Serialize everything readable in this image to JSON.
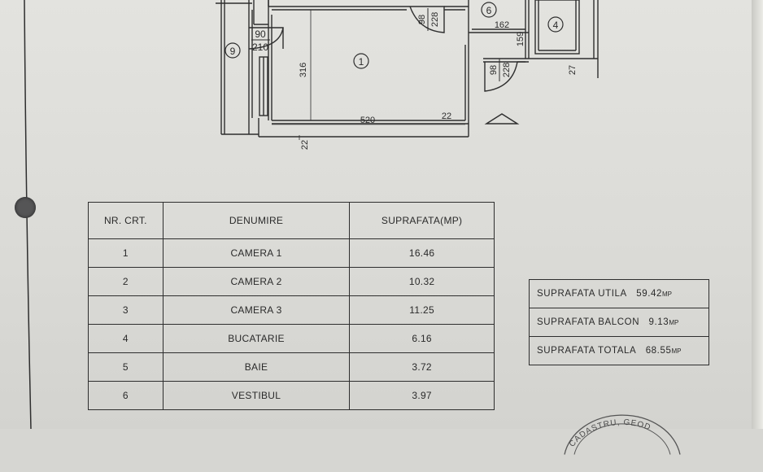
{
  "plan": {
    "rooms": [
      {
        "marker": "1"
      },
      {
        "marker": "4"
      },
      {
        "marker": "6"
      },
      {
        "marker": "9"
      }
    ],
    "dimensions": {
      "door_main_w": "98",
      "door_main_h": "228",
      "door_left_w": "90",
      "door_left_h": "210",
      "door_small_w": "98",
      "door_small_h": "228",
      "height_316": "316",
      "width_520": "520",
      "wall_22_a": "22",
      "wall_22_b": "22",
      "width_162": "162",
      "height_159": "159",
      "wall_27": "27"
    }
  },
  "rooms_table": {
    "headers": [
      "NR. CRT.",
      "DENUMIRE",
      "SUPRAFATA(MP)"
    ],
    "rows": [
      {
        "nr": "1",
        "name": "CAMERA 1",
        "area": "16.46"
      },
      {
        "nr": "2",
        "name": "CAMERA 2",
        "area": "10.32"
      },
      {
        "nr": "3",
        "name": "CAMERA 3",
        "area": "11.25"
      },
      {
        "nr": "4",
        "name": "BUCATARIE",
        "area": "6.16"
      },
      {
        "nr": "5",
        "name": "BAIE",
        "area": "3.72"
      },
      {
        "nr": "6",
        "name": "VESTIBUL",
        "area": "3.97"
      }
    ]
  },
  "summary": {
    "rows": [
      {
        "label": "SUPRAFATA  UTILA",
        "value": "59.42",
        "unit": "MP"
      },
      {
        "label": "SUPRAFATA  BALCON",
        "value": "9.13",
        "unit": "MP"
      },
      {
        "label": "SUPRAFATA  TOTALA",
        "value": "68.55",
        "unit": "MP"
      }
    ]
  },
  "stamp": {
    "text": "CADASTRU, GEOD"
  },
  "colors": {
    "ink": "#2e2e2e",
    "paper": "#dedeDA",
    "punch": "#555556"
  }
}
